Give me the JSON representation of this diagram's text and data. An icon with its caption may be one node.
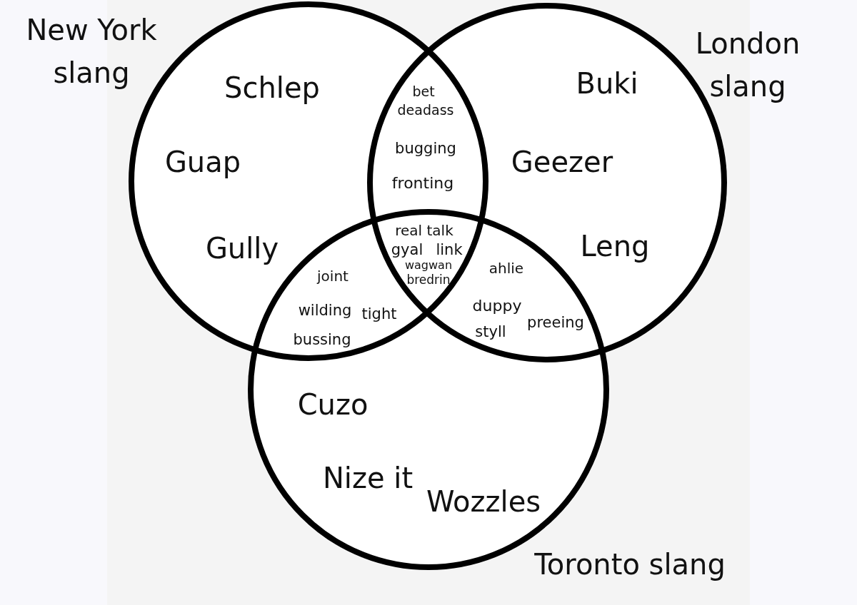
{
  "diagram": {
    "nodes": [
      {
        "text": [
          "New York slang",
          "Schlep",
          "Guap",
          "Gully"
        ]
      },
      {
        "text": [
          "London slang",
          "Buki",
          "Geezer",
          "Leng"
        ]
      },
      {
        "text": [
          "Toronto slang",
          "Cuzo",
          "Nize it",
          "Wozzles"
        ]
      }
    ],
    "labels": [
      "bet",
      "deadass",
      "bugging",
      "fronting",
      "real talk",
      "gyal",
      "link",
      "wagwan",
      "bredrin",
      "joint",
      "wilding",
      "tight",
      "bussing",
      "ahlie",
      "duppy",
      "styll",
      "preeing"
    ]
  }
}
